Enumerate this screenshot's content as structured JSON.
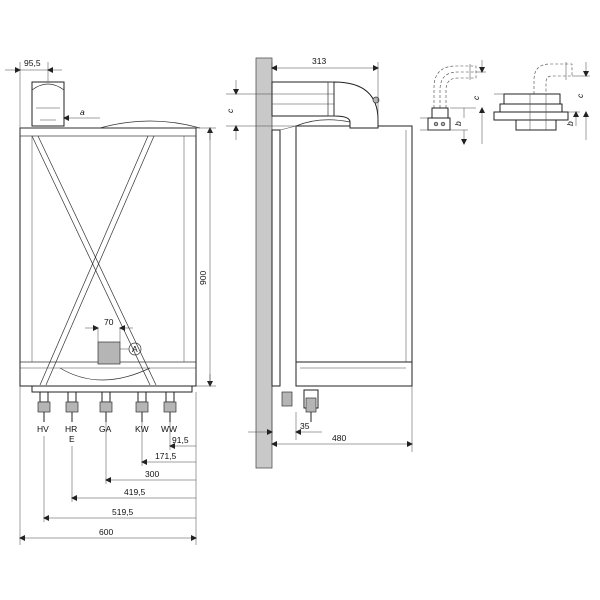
{
  "front_view": {
    "dim_flue_offset": "95,5",
    "label_a": "a",
    "dim_height": "900",
    "dim_box_width": "70",
    "marker_A": "A",
    "connections": [
      "HV",
      "HR",
      "GA",
      "KW",
      "WW"
    ],
    "connection_sub_E": "E",
    "dims_bottom": [
      "91,5",
      "171,5",
      "300",
      "419,5",
      "519,5",
      "600"
    ]
  },
  "side_view": {
    "dim_flue_depth": "313",
    "label_c": "c",
    "dim_wall_gap": "35",
    "dim_depth": "480"
  },
  "flue_details": {
    "label_c": "c",
    "label_b": "b",
    "label_c2": "c",
    "label_b2": "b"
  }
}
